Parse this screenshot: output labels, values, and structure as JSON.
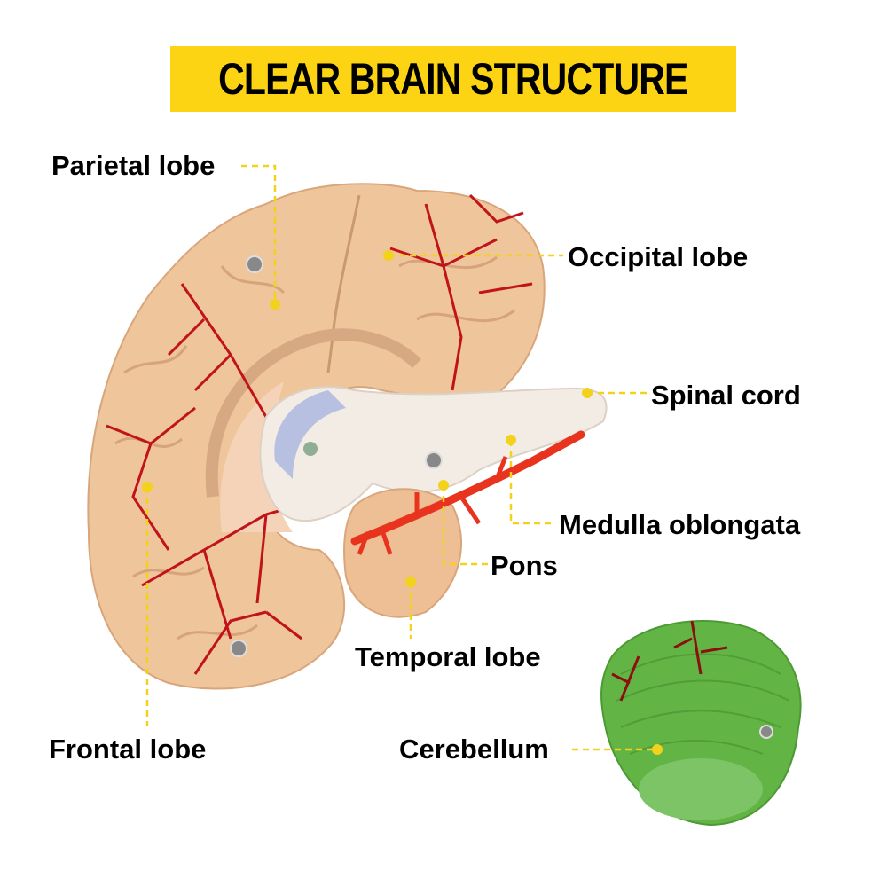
{
  "title": "CLEAR BRAIN STRUCTURE",
  "colors": {
    "banner": "#fcd413",
    "leader_line": "#f2d21a",
    "cerebrum": "#f0c7a0",
    "vessels": "#c0141a",
    "cerebellum": "#62b544",
    "brainstem": "#f4ede6"
  },
  "labels": {
    "parietal": "Parietal lobe",
    "occipital": "Occipital lobe",
    "spinal": "Spinal cord",
    "medulla": "Medulla oblongata",
    "pons": "Pons",
    "temporal": "Temporal lobe",
    "frontal": "Frontal lobe",
    "cerebellum": "Cerebellum"
  }
}
